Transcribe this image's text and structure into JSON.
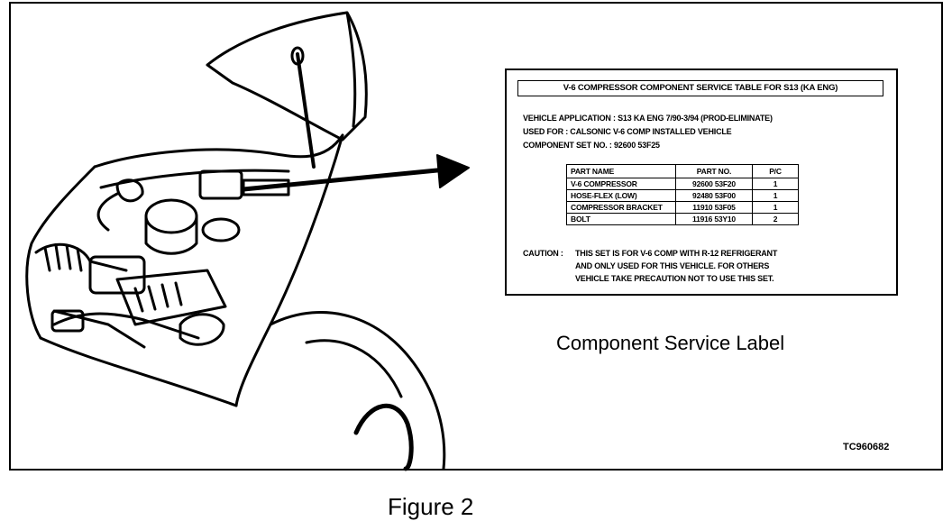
{
  "label": {
    "title": "V-6 COMPRESSOR COMPONENT SERVICE TABLE FOR S13 (KA ENG)",
    "info_lines": [
      "VEHICLE APPLICATION : S13 KA ENG 7/90-3/94 (PROD-ELIMINATE)",
      "USED FOR : CALSONIC V-6 COMP INSTALLED VEHICLE",
      "COMPONENT  SET NO. : 92600 53F25"
    ],
    "table_headers": [
      "PART NAME",
      "PART NO.",
      "P/C"
    ],
    "table_rows": [
      [
        "V-6 COMPRESSOR",
        "92600 53F20",
        "1"
      ],
      [
        "HOSE-FLEX (LOW)",
        "92480 53F00",
        "1"
      ],
      [
        "COMPRESSOR BRACKET",
        "11910 53F05",
        "1"
      ],
      [
        "BOLT",
        "11916 53Y10",
        "2"
      ]
    ],
    "caution_label": "CAUTION :",
    "caution_lines": [
      "THIS SET IS FOR V-6 COMP WITH R-12 REFRIGERANT",
      "AND ONLY USED FOR THIS VEHICLE.  FOR OTHERS",
      "VEHICLE TAKE PRECAUTION NOT TO USE THIS SET."
    ]
  },
  "caption": "Component Service Label",
  "code": "TC960682",
  "figure_title": "Figure 2"
}
